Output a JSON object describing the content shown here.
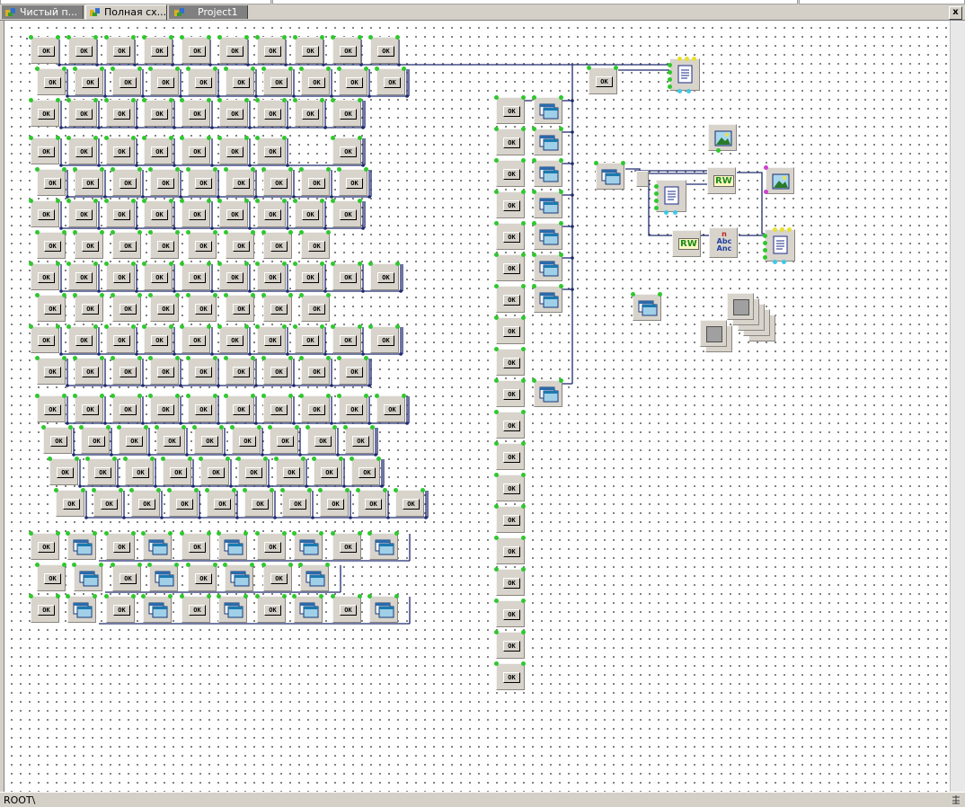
{
  "tabs": [
    {
      "label": "Чистый п...",
      "active": false
    },
    {
      "label": "Полная сх...",
      "active": true
    },
    {
      "label": "Project1",
      "active": false
    }
  ],
  "close_label": "x",
  "status": {
    "path": "ROOT\\"
  },
  "button_caption": "OK",
  "rw_caption": "RW",
  "abc_caption": {
    "top": "n",
    "mid": "Abc",
    "bottom": "Anc"
  },
  "colors": {
    "pin": "#2ec82e",
    "wire": "#1e2a6e",
    "canvas": "#ffffff",
    "chrome": "#d4d0c8"
  },
  "icons": {
    "button_element": "ok-button-icon",
    "form_element": "form-window-icon",
    "document": "document-icon",
    "picture": "picture-icon",
    "label_rw": "rw-icon",
    "abc_convert": "abc-convert-icon",
    "frame_stack": "frame-stack-icon"
  }
}
